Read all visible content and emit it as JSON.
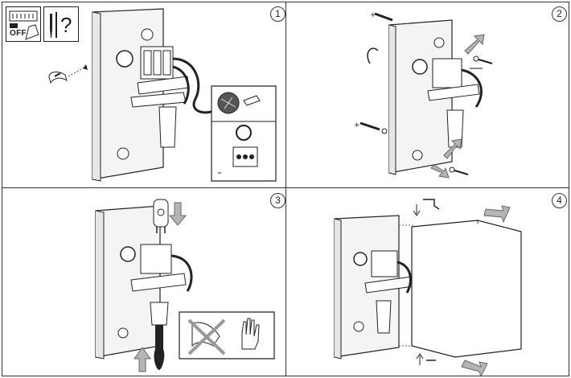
{
  "steps": [
    {
      "number": "1"
    },
    {
      "number": "2"
    },
    {
      "number": "3"
    },
    {
      "number": "4"
    }
  ],
  "precaution_icons": {
    "switch_label": "OFF",
    "tools_symbol": "?"
  },
  "icons": [
    "breaker-switch-off-icon",
    "tools-question-icon",
    "cable-clip-icon",
    "wall-plug-icon",
    "screw-icon",
    "g9-bulb-icon",
    "no-bare-hand-icon",
    "glove-icon",
    "arrow-icon",
    "lamp-shade-icon"
  ],
  "colors": {
    "line": "#222222",
    "arrow_fill": "#b5b5b5",
    "cross": "#999999",
    "wall_plate": "#f4f4f4"
  }
}
